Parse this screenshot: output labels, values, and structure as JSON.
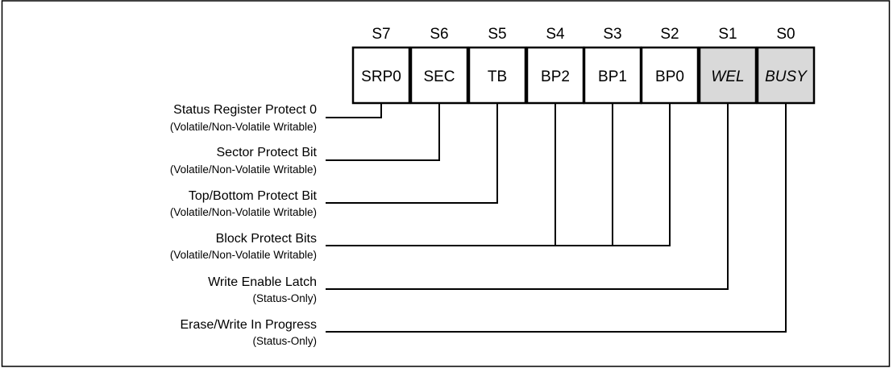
{
  "register": {
    "bits": [
      {
        "index": "S7",
        "label": "SRP0",
        "status_only": false
      },
      {
        "index": "S6",
        "label": "SEC",
        "status_only": false
      },
      {
        "index": "S5",
        "label": "TB",
        "status_only": false
      },
      {
        "index": "S4",
        "label": "BP2",
        "status_only": false
      },
      {
        "index": "S3",
        "label": "BP1",
        "status_only": false
      },
      {
        "index": "S2",
        "label": "BP0",
        "status_only": false
      },
      {
        "index": "S1",
        "label": "WEL",
        "status_only": true
      },
      {
        "index": "S0",
        "label": "BUSY",
        "status_only": true
      }
    ],
    "status_only_fill": "#d9d9d9"
  },
  "descriptions": [
    {
      "title": "Status Register Protect 0",
      "subtitle": "(Volatile/Non-Volatile Writable)"
    },
    {
      "title": "Sector Protect Bit",
      "subtitle": "(Volatile/Non-Volatile Writable)"
    },
    {
      "title": "Top/Bottom Protect Bit",
      "subtitle": "(Volatile/Non-Volatile Writable)"
    },
    {
      "title": "Block Protect Bits",
      "subtitle": "(Volatile/Non-Volatile Writable)"
    },
    {
      "title": "Write Enable Latch",
      "subtitle": "(Status-Only)"
    },
    {
      "title": "Erase/Write In Progress",
      "subtitle": "(Status-Only)"
    }
  ]
}
